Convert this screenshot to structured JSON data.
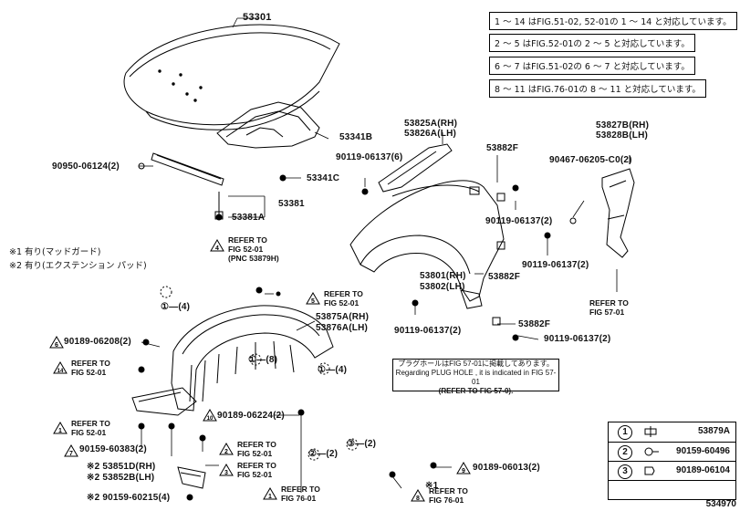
{
  "part_labels": {
    "p53301": "53301",
    "p53341B": "53341B",
    "p53341C": "53341C",
    "p53381": "53381",
    "p53381A": "53381A",
    "p90950": "90950-06124(2)",
    "p53825A": "53825A(RH)",
    "p53826A": "53826A(LH)",
    "p90119_6": "90119-06137(6)",
    "p53882F_top": "53882F",
    "p53827B": "53827B(RH)",
    "p53828B": "53828B(LH)",
    "p90467": "90467-06205-C0(2)",
    "p90119_2a": "90119-06137(2)",
    "p90119_2b": "90119-06137(2)",
    "p53882F_mid": "53882F",
    "p53801": "53801(RH)",
    "p53802": "53802(LH)",
    "p90119_2c": "90119-06137(2)",
    "p53882F_low": "53882F",
    "p90119_2d": "90119-06137(2)",
    "p53875A": "53875A(RH)",
    "p53876A": "53876A(LH)",
    "p90189_06208": "90189-06208(2)",
    "p90189_06224": "90189-06224(2)",
    "p90159_60383": "90159-60383(2)",
    "p53851D": "※2 53851D(RH)",
    "p53852B": "※2 53852B(LH)",
    "p90159_60215": "※2 90159-60215(4)",
    "p90189_06013": "90189-06013(2)",
    "circ1_4a": "①—(4)",
    "circ1_8": "①—(8)",
    "circ1_4b": "①—(4)",
    "circ2_2": "②—(2)",
    "circ3_2": "③—(2)",
    "star1": "※1"
  },
  "refer_notes": [
    {
      "id": "r4",
      "num": "4",
      "text": "REFER TO\nFIG 52-01\n(PNC 53879H)"
    },
    {
      "id": "r5",
      "num": "5",
      "text": "REFER TO\nFIG 52-01"
    },
    {
      "id": "r6",
      "num": "6",
      "text": ""
    },
    {
      "id": "r14",
      "num": "14",
      "text": "REFER TO\nFIG 52-01"
    },
    {
      "id": "r1a",
      "num": "1",
      "text": "REFER TO\nFIG 52-01"
    },
    {
      "id": "r2",
      "num": "2",
      "text": "REFER TO\nFIG 52-01"
    },
    {
      "id": "r3",
      "num": "3",
      "text": "REFER TO\nFIG 52-01"
    },
    {
      "id": "r1b",
      "num": "1",
      "text": "REFER TO\nFIG 76-01"
    },
    {
      "id": "r8",
      "num": "8",
      "text": "REFER TO\nFIG 76-01"
    },
    {
      "id": "r57",
      "num": "",
      "text": "REFER TO\nFIG 57-01"
    },
    {
      "id": "r9",
      "num": "9",
      "text": ""
    },
    {
      "id": "r10",
      "num": "10",
      "text": ""
    },
    {
      "id": "r7",
      "num": "7",
      "text": ""
    }
  ],
  "correspondence": [
    "1 ～ 14 はFIG.51-02, 52-01の 1 ～ 14 と対応しています。",
    "2 ～ 5 はFIG.52-01の 2 ～ 5 と対応しています。",
    "6 ～ 7 はFIG.51-02の 6 ～ 7 と対応しています。",
    "8 ～ 11 はFIG.76-01の 8 ～ 11 と対応しています。"
  ],
  "notes_jp": [
    "※1 有り(マッドガード)",
    "※2 有り(エクステンション パッド)"
  ],
  "plug_note": {
    "line1": "プラグホールはFIG 57-01に掲載してあります。",
    "line2": "Regarding  PLUG HOLE , it is indicated in FIG 57-01",
    "line3": "(REFER TO FIG 57-0)."
  },
  "legend": [
    {
      "num": "1",
      "part": "53879A"
    },
    {
      "num": "2",
      "part": "90159-60496"
    },
    {
      "num": "3",
      "part": "90189-06104"
    }
  ],
  "figure_code": "534970"
}
